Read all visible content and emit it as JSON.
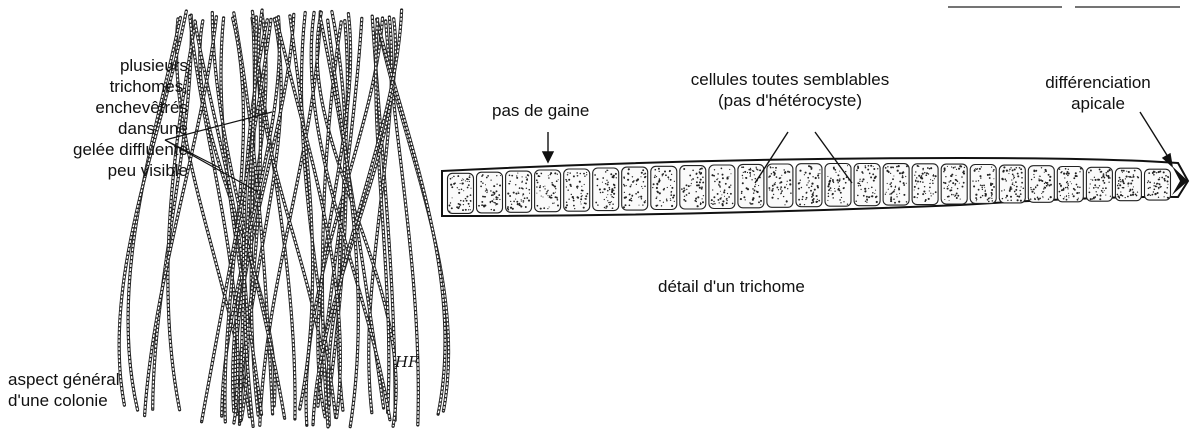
{
  "colony": {
    "label_lines": [
      "plusieurs",
      "trichomes,",
      "enchevêtrés",
      "dans une",
      "gelée diffluente",
      "peu visible"
    ],
    "caption_lines": [
      "aspect général",
      "d'une colonie"
    ]
  },
  "trichome": {
    "caption": "détail d'un trichome",
    "sheath_label": "pas de gaine",
    "cells_label_lines": [
      "cellules toutes semblables",
      "(pas d'hétérocyste)"
    ],
    "apical_label_lines": [
      "différenciation",
      "apicale"
    ]
  },
  "signature": "HF"
}
